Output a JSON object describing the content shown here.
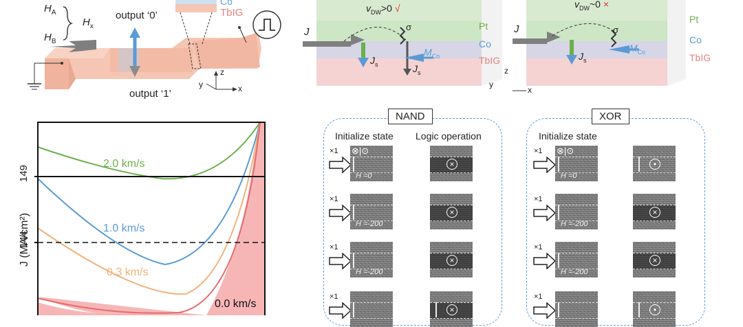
{
  "device": {
    "ha": "H",
    "ha_sub": "A",
    "hb": "H",
    "hb_sub": "B",
    "hx": "H",
    "hx_sub": "x",
    "output0": "output ‘0’",
    "output1": "output ‘1’",
    "co_label": "Co",
    "tbig_label": "TbIG",
    "axes": {
      "z": "z",
      "y": "y",
      "x": "x"
    }
  },
  "stack_left": {
    "vdw": "v",
    "vdw_sub": "DW",
    "cond": ">0 ",
    "mark": "√",
    "j": "J",
    "js": "J",
    "js_sub": "s",
    "js2": "J",
    "js2_sub": "s",
    "sigma": "σ",
    "m": "M",
    "m_sub": "Co",
    "pt": "Pt",
    "co": "Co",
    "tbig": "TbIG"
  },
  "stack_right": {
    "vdw": "v",
    "vdw_sub": "DW",
    "cond": "~0 ",
    "mark": "×",
    "j": "J",
    "js": "J",
    "js_sub": "s",
    "sigma": "σ",
    "m": "M",
    "m_sub": "Co",
    "pt": "Pt",
    "co": "Co",
    "tbig": "TbIG",
    "axes": {
      "z": "z",
      "y": "y",
      "x": "x"
    }
  },
  "plot": {
    "ylabel": "J (MA/cm²)",
    "yticks": [
      "149",
      "144"
    ],
    "curve_labels": [
      "2.0 km/s",
      "1.0 km/s",
      "0.3 km/s",
      "0.0 km/s"
    ],
    "colors": {
      "green": "#6ab04c",
      "blue": "#5b9bd5",
      "orange": "#f0b27a",
      "red_fill": "#f7b6b6"
    }
  },
  "nand": {
    "title": "NAND",
    "col1": "Initialize state",
    "col2": "Logic operation",
    "rows": [
      {
        "x1": "×1",
        "h": "H  =0"
      },
      {
        "x1": "×1",
        "h": "H  =-200"
      },
      {
        "x1": "×1",
        "h": "H  =-200"
      },
      {
        "x1": "×1",
        "h": ""
      }
    ]
  },
  "xor": {
    "title": "XOR",
    "col1": "Initialize state",
    "rows": [
      {
        "x1": "×1",
        "h": "H  =0"
      },
      {
        "x1": "×1",
        "h": "H  =-200"
      },
      {
        "x1": "×1",
        "h": "H  =-200"
      },
      {
        "x1": "×1",
        "h": ""
      }
    ]
  }
}
